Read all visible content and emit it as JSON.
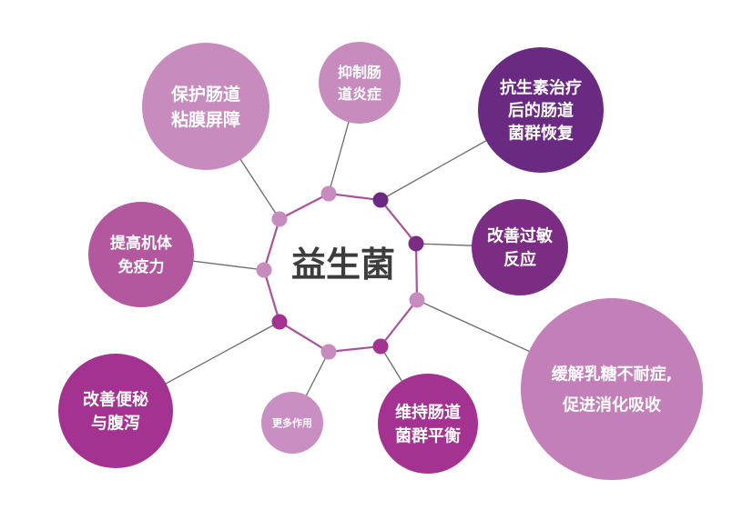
{
  "center": {
    "label": "益生菌"
  },
  "colors": {
    "line": "#6a6a6a",
    "ring": "#a8539a",
    "light": "#c78bbd",
    "light_alt": "#c37fb8",
    "medium": "#b3579f",
    "dark": "#7a2d83",
    "deep": "#6a2a82",
    "magenta": "#a33290",
    "pale": "#c98fc2"
  },
  "benefits": [
    {
      "id": "protect-mucosa",
      "lines": [
        "保护肠道",
        "粘膜屏障"
      ],
      "color": "light"
    },
    {
      "id": "suppress-inflammation",
      "lines": [
        "抑制肠",
        "道炎症"
      ],
      "color": "light"
    },
    {
      "id": "antibiotic-recovery",
      "lines": [
        "抗生素治疗",
        "后的肠道",
        "菌群恢复"
      ],
      "color": "deep"
    },
    {
      "id": "improve-allergy",
      "lines": [
        "改善过敏",
        "反应"
      ],
      "color": "dark"
    },
    {
      "id": "lactose-absorption",
      "lines": [
        "缓解乳糖不耐症,",
        "促进消化吸收"
      ],
      "color": "light_alt"
    },
    {
      "id": "maintain-flora",
      "lines": [
        "维持肠道",
        "菌群平衡"
      ],
      "color": "magenta"
    },
    {
      "id": "more-effects",
      "lines": [
        "更多作用"
      ],
      "color": "pale"
    },
    {
      "id": "relieve-constipation",
      "lines": [
        "改善便秘",
        "与腹泻"
      ],
      "color": "magenta"
    },
    {
      "id": "boost-immunity",
      "lines": [
        "提高机体",
        "免疫力"
      ],
      "color": "medium"
    }
  ]
}
